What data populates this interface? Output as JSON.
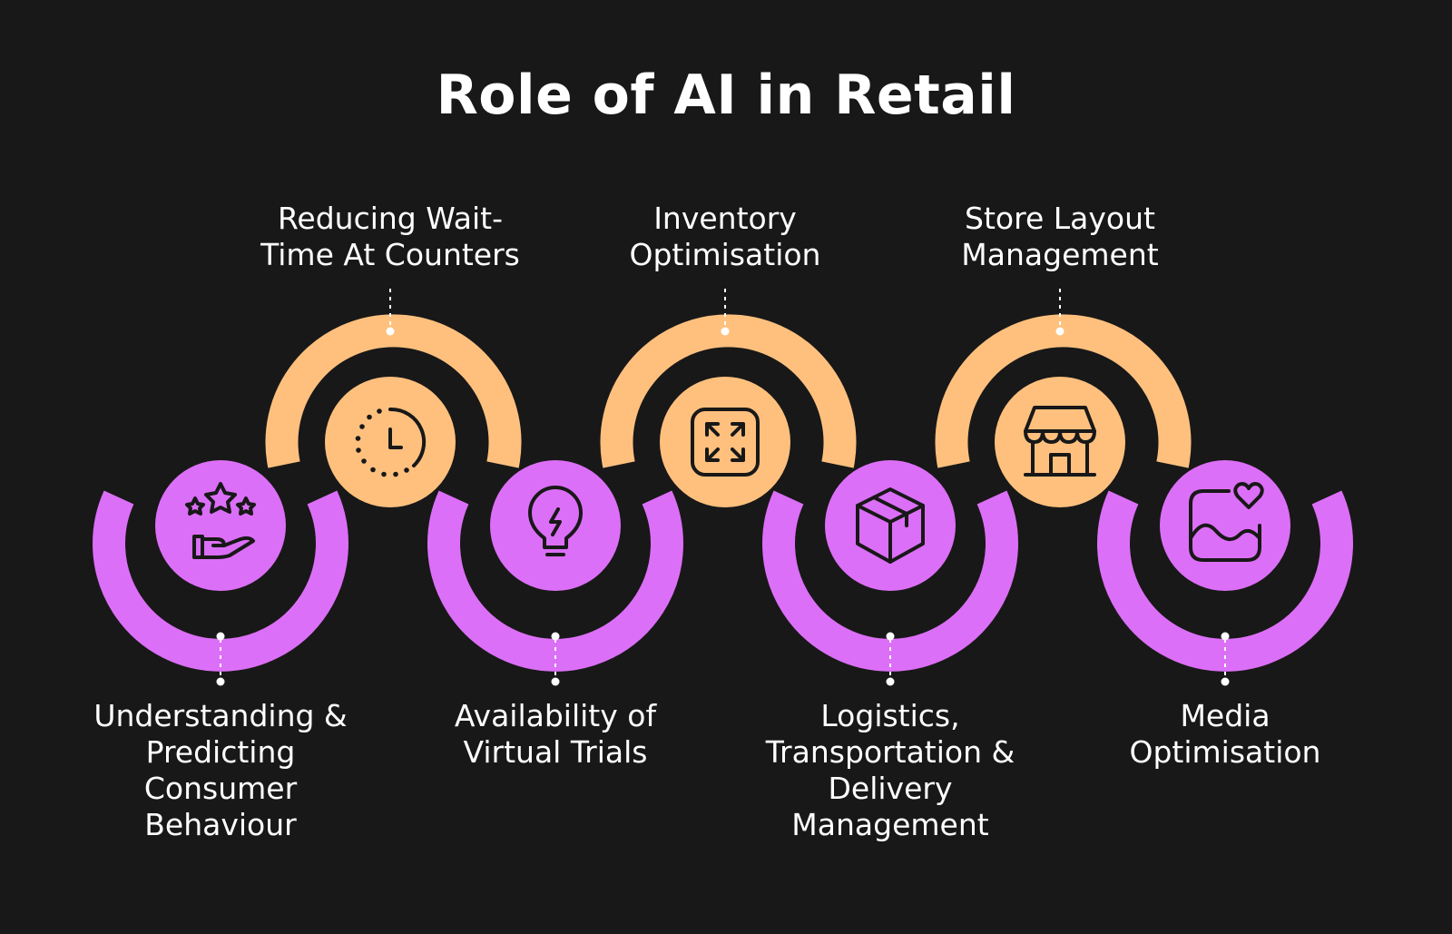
{
  "title": "Role of AI in Retail",
  "colors": {
    "background": "#181818",
    "orange": "#FFC07E",
    "purple": "#DC6FF7",
    "icon_stroke": "#181818",
    "text": "#FFFFFF"
  },
  "steps": [
    {
      "label": "Understanding &\nPredicting\nConsumer\nBehaviour",
      "icon": "hand-stars-icon",
      "color": "purple"
    },
    {
      "label": "Reducing Wait-\nTime At Counters",
      "icon": "clock-icon",
      "color": "orange"
    },
    {
      "label": "Availability of\nVirtual Trials",
      "icon": "lightbulb-icon",
      "color": "purple"
    },
    {
      "label": "Inventory\nOptimisation",
      "icon": "expand-arrows-icon",
      "color": "orange"
    },
    {
      "label": "Logistics,\nTransportation &\nDelivery\nManagement",
      "icon": "package-box-icon",
      "color": "purple"
    },
    {
      "label": "Store Layout\nManagement",
      "icon": "storefront-icon",
      "color": "orange"
    },
    {
      "label": "Media\nOptimisation",
      "icon": "image-heart-icon",
      "color": "purple"
    }
  ]
}
